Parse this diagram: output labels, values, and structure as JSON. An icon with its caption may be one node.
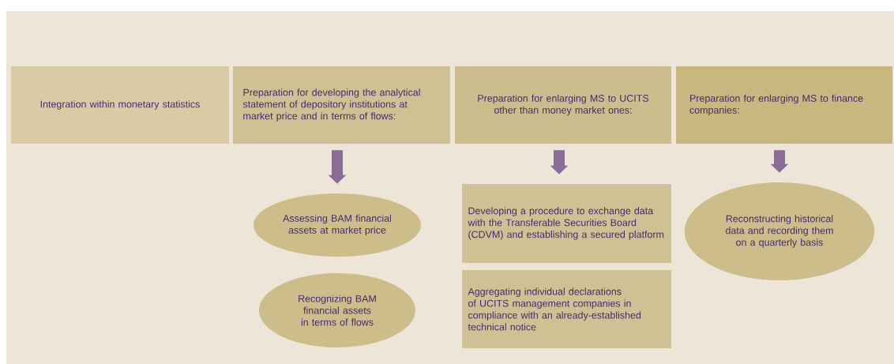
{
  "diagram": {
    "nodes": [
      {
        "text": [
          "Integration within monetary statistics"
        ]
      },
      {
        "text": [
          "Preparation for developing the analytical statement of depository institutions at market price and in terms of flows:"
        ]
      },
      {
        "text": [
          "Preparation for enlarging MS to UCITS other than money market ones:"
        ]
      },
      {
        "text": [
          "Preparation for enlarging MS to finance companies:"
        ]
      },
      {
        "text": [
          "Assessing BAM financial assets at market price"
        ]
      },
      {
        "text": [
          "Recognizing BAM financial assets in terms of flows"
        ]
      },
      {
        "text": [
          "Developing a procedure to exchange data with the Transferable Securities Board (CDVM) and establishing a secured platform"
        ]
      },
      {
        "text": [
          "Aggregating individual declarations of UCITS management companies in compliance with an already-established technical notice"
        ]
      },
      {
        "text": [
          "Reconstructing historical data and recording them on a quarterly basis"
        ]
      }
    ],
    "edges": [
      {
        "from": 1,
        "to": 4,
        "arrow": "to"
      },
      {
        "from": 2,
        "to": 6,
        "arrow": "to"
      },
      {
        "from": 3,
        "to": 8,
        "arrow": "to"
      }
    ]
  }
}
